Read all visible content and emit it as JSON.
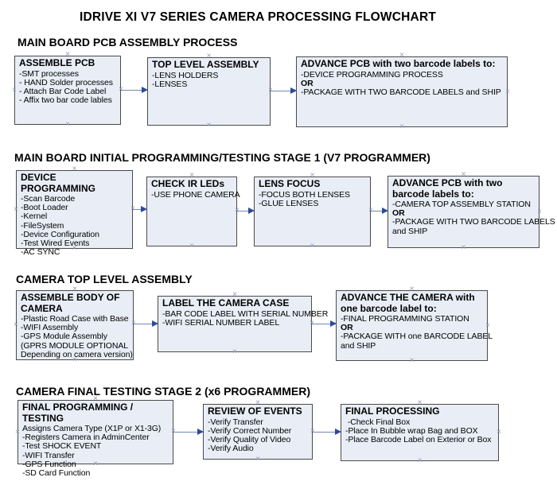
{
  "title": "IDRIVE XI V7 SERIES CAMERA PROCESSING FLOWCHART",
  "colors": {
    "box_fill": "#e9eef6",
    "box_border": "#4a4a4a",
    "connector_line": "#7188b6",
    "arrowhead": "#2a4a9b",
    "connection_marker": "#8a97b5",
    "text": "#000000"
  },
  "icons": {
    "connection_point": "multiply-x marker",
    "arrowhead": "right-pointing triangle"
  },
  "sections": [
    {
      "heading": "MAIN BOARD PCB ASSEMBLY PROCESS",
      "boxes": [
        {
          "title": "ASSEMBLE PCB",
          "lines": [
            "-SMT processes",
            "- HAND Solder processes",
            "- Attach Bar Code Label",
            "- Affix two bar code lables"
          ]
        },
        {
          "title": "TOP LEVEL ASSEMBLY",
          "lines": [
            "-LENS HOLDERS",
            "-LENSES"
          ]
        },
        {
          "title": "ADVANCE PCB with two barcode labels to:",
          "lines": [
            "-DEVICE PROGRAMMING PROCESS",
            {
              "text": "OR",
              "bold": true
            },
            "-PACKAGE WITH TWO BARCODE LABELS and SHIP"
          ]
        }
      ]
    },
    {
      "heading": "MAIN BOARD INITIAL PROGRAMMING/TESTING STAGE 1 (V7 PROGRAMMER)",
      "boxes": [
        {
          "title": "DEVICE PROGRAMMING",
          "lines": [
            "-Scan Barcode",
            "-Boot Loader",
            "-Kernel",
            "-FileSystem",
            "-Device Configuration",
            "-Test Wired Events",
            "-AC SYNC"
          ]
        },
        {
          "title": "CHECK IR LEDs",
          "lines": [
            "-USE PHONE CAMERA"
          ]
        },
        {
          "title": "LENS FOCUS",
          "lines": [
            "-FOCUS BOTH LENSES",
            "-GLUE LENSES"
          ]
        },
        {
          "title": "ADVANCE PCB with two barcode labels to:",
          "lines": [
            "-CAMERA TOP ASSEMBLY STATION",
            {
              "text": "OR",
              "bold": true
            },
            "-PACKAGE WITH TWO BARCODE LABELS",
            "and SHIP"
          ]
        }
      ]
    },
    {
      "heading": "CAMERA TOP LEVEL ASSEMBLY",
      "boxes": [
        {
          "title": "ASSEMBLE BODY OF CAMERA",
          "lines": [
            "-Plastic Road Case with Base",
            "-WIFI Assembly",
            "-GPS Module Assembly",
            "(GPRS MODULE OPTIONAL",
            "Depending on camera version)"
          ]
        },
        {
          "title": "LABEL THE CAMERA CASE",
          "lines": [
            "-BAR CODE LABEL WITH SERIAL NUMBER",
            "-WIFI SERIAL NUMBER LABEL"
          ]
        },
        {
          "title": "ADVANCE THE CAMERA with one barcode label to:",
          "lines": [
            "-FINAL PROGRAMMING STATION",
            {
              "text": "OR",
              "bold": true
            },
            "-PACKAGE WITH one BARCODE LABEL",
            "and SHIP"
          ]
        }
      ]
    },
    {
      "heading": "CAMERA FINAL TESTING STAGE 2 (x6 PROGRAMMER)",
      "boxes": [
        {
          "title": "FINAL PROGRAMMING / TESTING",
          "lines": [
            "Assigns Camera Type (X1P or X1-3G)",
            "-Registers Camera in AdminCenter",
            "-Test SHOCK EVENT",
            "-WIFI Transfer",
            "-GPS Function",
            "-SD Card Function"
          ]
        },
        {
          "title": "REVIEW OF EVENTS",
          "lines": [
            "-Verify Transfer",
            "-Verify Correct Number",
            "-Verify Quality of Video",
            "-Verify Audio"
          ]
        },
        {
          "title": "FINAL PROCESSING",
          "lines": [
            " -Check Final Box",
            "-Place In Bubble wrap Bag and BOX",
            "-Place Barcode Label on Exterior or Box"
          ]
        }
      ]
    }
  ]
}
